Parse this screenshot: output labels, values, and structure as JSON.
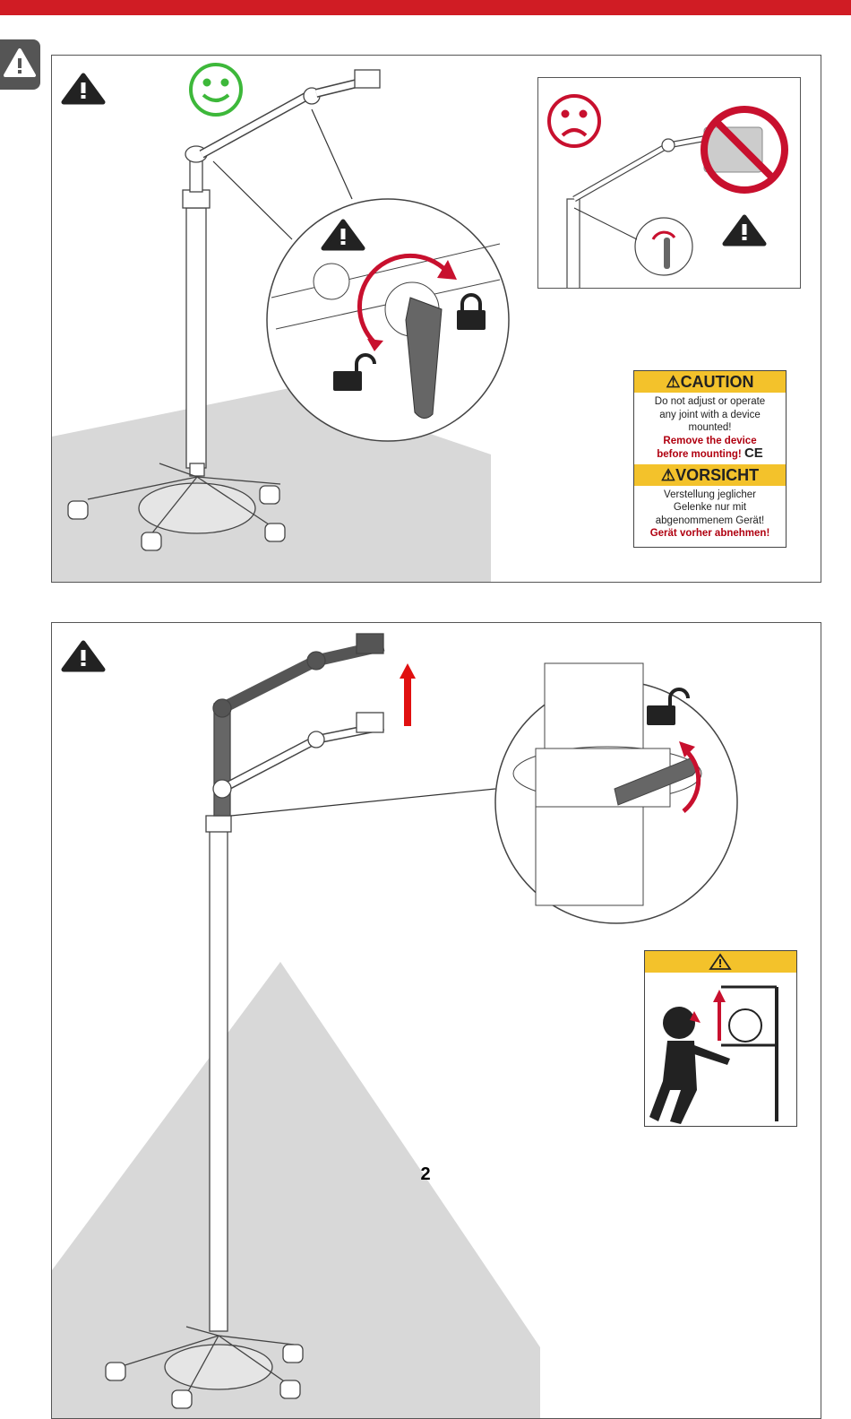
{
  "page_number": "2",
  "caution_label": {
    "header_en": "CAUTION",
    "text_en": [
      "Do not adjust or operate",
      "any joint with a device",
      "mounted!"
    ],
    "bold_en": [
      "Remove the device",
      "before mounting!"
    ],
    "mark": "CE",
    "header_de": "VORSICHT",
    "text_de": [
      "Verstellung jeglicher",
      "Gelenke nur mit",
      "abgenommenem Gerät!"
    ],
    "bold_de": "Gerät vorher abnehmen!"
  },
  "icons": [
    "warning-triangle-icon",
    "happy-face-icon",
    "sad-face-icon",
    "prohibited-icon",
    "lock-closed-icon",
    "lock-open-icon",
    "up-arrow-icon",
    "rotate-arrow-icon"
  ],
  "colors": {
    "accent_red": "#d01c24",
    "ok_green": "#3db83a",
    "caution_yellow": "#f3c22b",
    "dark_gray": "#555555"
  }
}
